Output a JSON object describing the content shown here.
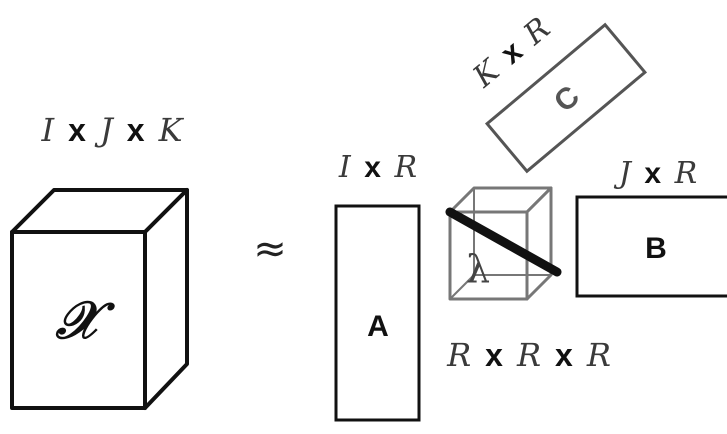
{
  "tensor": {
    "symbol": "𝒳",
    "dims": {
      "a": "I",
      "x1": "x",
      "b": "J",
      "x2": "x",
      "c": "K"
    }
  },
  "approx_symbol": "≈",
  "factor_a": {
    "letter": "A",
    "dims": {
      "a": "I",
      "x1": "x",
      "b": "R"
    }
  },
  "factor_b": {
    "letter": "B",
    "dims": {
      "a": "J",
      "x1": "x",
      "b": "R"
    }
  },
  "factor_c": {
    "letter": "C",
    "dims": {
      "a": "K",
      "x1": "x",
      "b": "R"
    }
  },
  "core": {
    "symbol": "λ",
    "dims": {
      "a": "R",
      "x1": "x",
      "b": "R",
      "x2": "x",
      "c": "R"
    }
  },
  "colors": {
    "dark": "#111111",
    "gray": "#777777",
    "text_gray": "#3a3a3a"
  }
}
